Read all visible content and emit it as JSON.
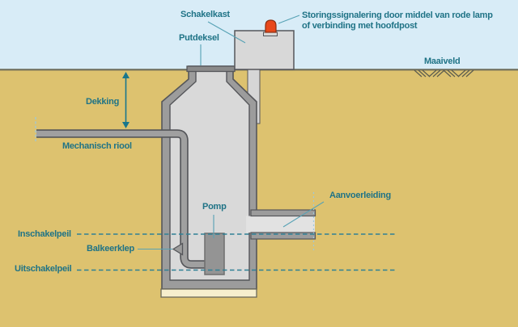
{
  "diagram": {
    "title": "Pompput dwarsdoorsnede (pump well cross-section)",
    "language": "nl"
  },
  "labels": {
    "schakelkast": "Schakelkast",
    "putdeksel": "Putdeksel",
    "storing_line1": "Storingssignalering door middel van rode lamp",
    "storing_line2": "of verbinding met hoofdpost",
    "maaiveld": "Maaiveld",
    "dekking": "Dekking",
    "mechanisch_riool": "Mechanisch riool",
    "pomp": "Pomp",
    "aanvoerleiding": "Aanvoerleiding",
    "inschakelpeil": "Inschakelpeil",
    "balkeerklep": "Balkeerklep",
    "uitschakelpeil": "Uitschakelpeil"
  },
  "icons": {
    "alarm_lamp": "red dome signal lamp on switch cabinet"
  },
  "colors": {
    "sky": "#d8ecf7",
    "soil": "#ddc26f",
    "ground_line": "#6e6c5a",
    "structure_grey": "#9c9c9c",
    "structure_outline": "#55565a",
    "well_interior": "#d9d9d9",
    "cabinet_grey": "#d8d8d8",
    "cover_grey": "#8a8a8a",
    "pump_grey": "#949494",
    "pipe_interior": "#e2e2e2",
    "foundation_cream": "#f6eecd",
    "label_teal": "#1f7386",
    "dashed_level_teal": "#2f8096",
    "leader_teal": "#57a2b5",
    "cut_mark_blue": "#9fc9da",
    "lamp_red": "#e8481b"
  }
}
